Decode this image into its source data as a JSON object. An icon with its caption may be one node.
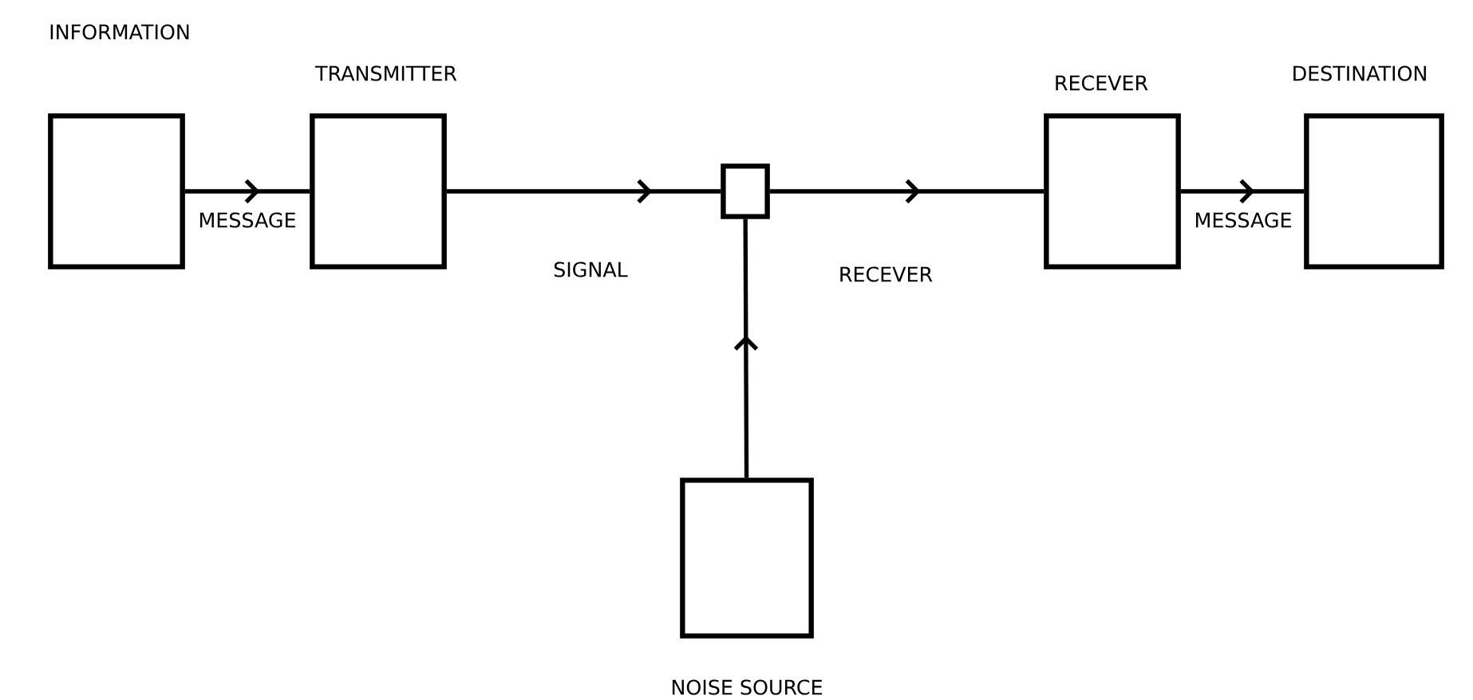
{
  "diagram": {
    "nodes": [
      {
        "text": [
          "INFORMATION"
        ]
      },
      {
        "text": [
          "TRANSMITTER"
        ]
      },
      {
        "text": [],
        "shape": "box"
      },
      {
        "text": [
          "RECEVER"
        ]
      },
      {
        "text": [
          "DESTINATION"
        ]
      },
      {
        "text": [
          "NOISE SOURCE"
        ]
      }
    ],
    "edges": [
      {
        "from": 0,
        "to": 1,
        "arrow": "to",
        "label": "MESSAGE"
      },
      {
        "from": 1,
        "to": 2,
        "arrow": "to",
        "label": "SIGNAL"
      },
      {
        "from": 2,
        "to": 3,
        "arrow": "to",
        "label": "RECEVER"
      },
      {
        "from": 3,
        "to": 4,
        "arrow": "to",
        "label": "MESSAGE"
      },
      {
        "from": 5,
        "to": 2,
        "arrow": "to"
      }
    ]
  }
}
